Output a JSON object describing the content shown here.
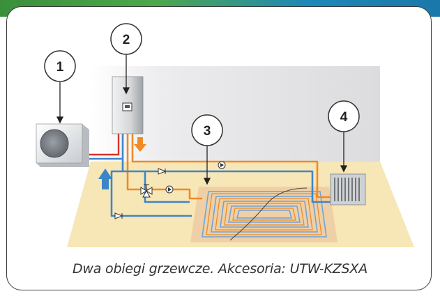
{
  "callouts": [
    {
      "label": "1",
      "target": "outdoor-unit"
    },
    {
      "label": "2",
      "target": "indoor-module"
    },
    {
      "label": "3",
      "target": "underfloor-heating"
    },
    {
      "label": "4",
      "target": "radiator"
    }
  ],
  "caption": "Dwa obiegi grzewcze. Akcesoria: UTW-KZSXA",
  "colors": {
    "floor": "#f7e6b6",
    "wall": "#e6e6e8",
    "pipe_blue": "#3f86c9",
    "pipe_orange": "#f08a24",
    "pipe_red": "#d9322c",
    "arrow_blue": "#3b86c8",
    "arrow_orange": "#f08a24"
  },
  "icons": [
    "outdoor-unit-icon",
    "indoor-module-icon",
    "radiator-icon",
    "pump-icon",
    "valve-icon",
    "three-way-valve-icon"
  ]
}
